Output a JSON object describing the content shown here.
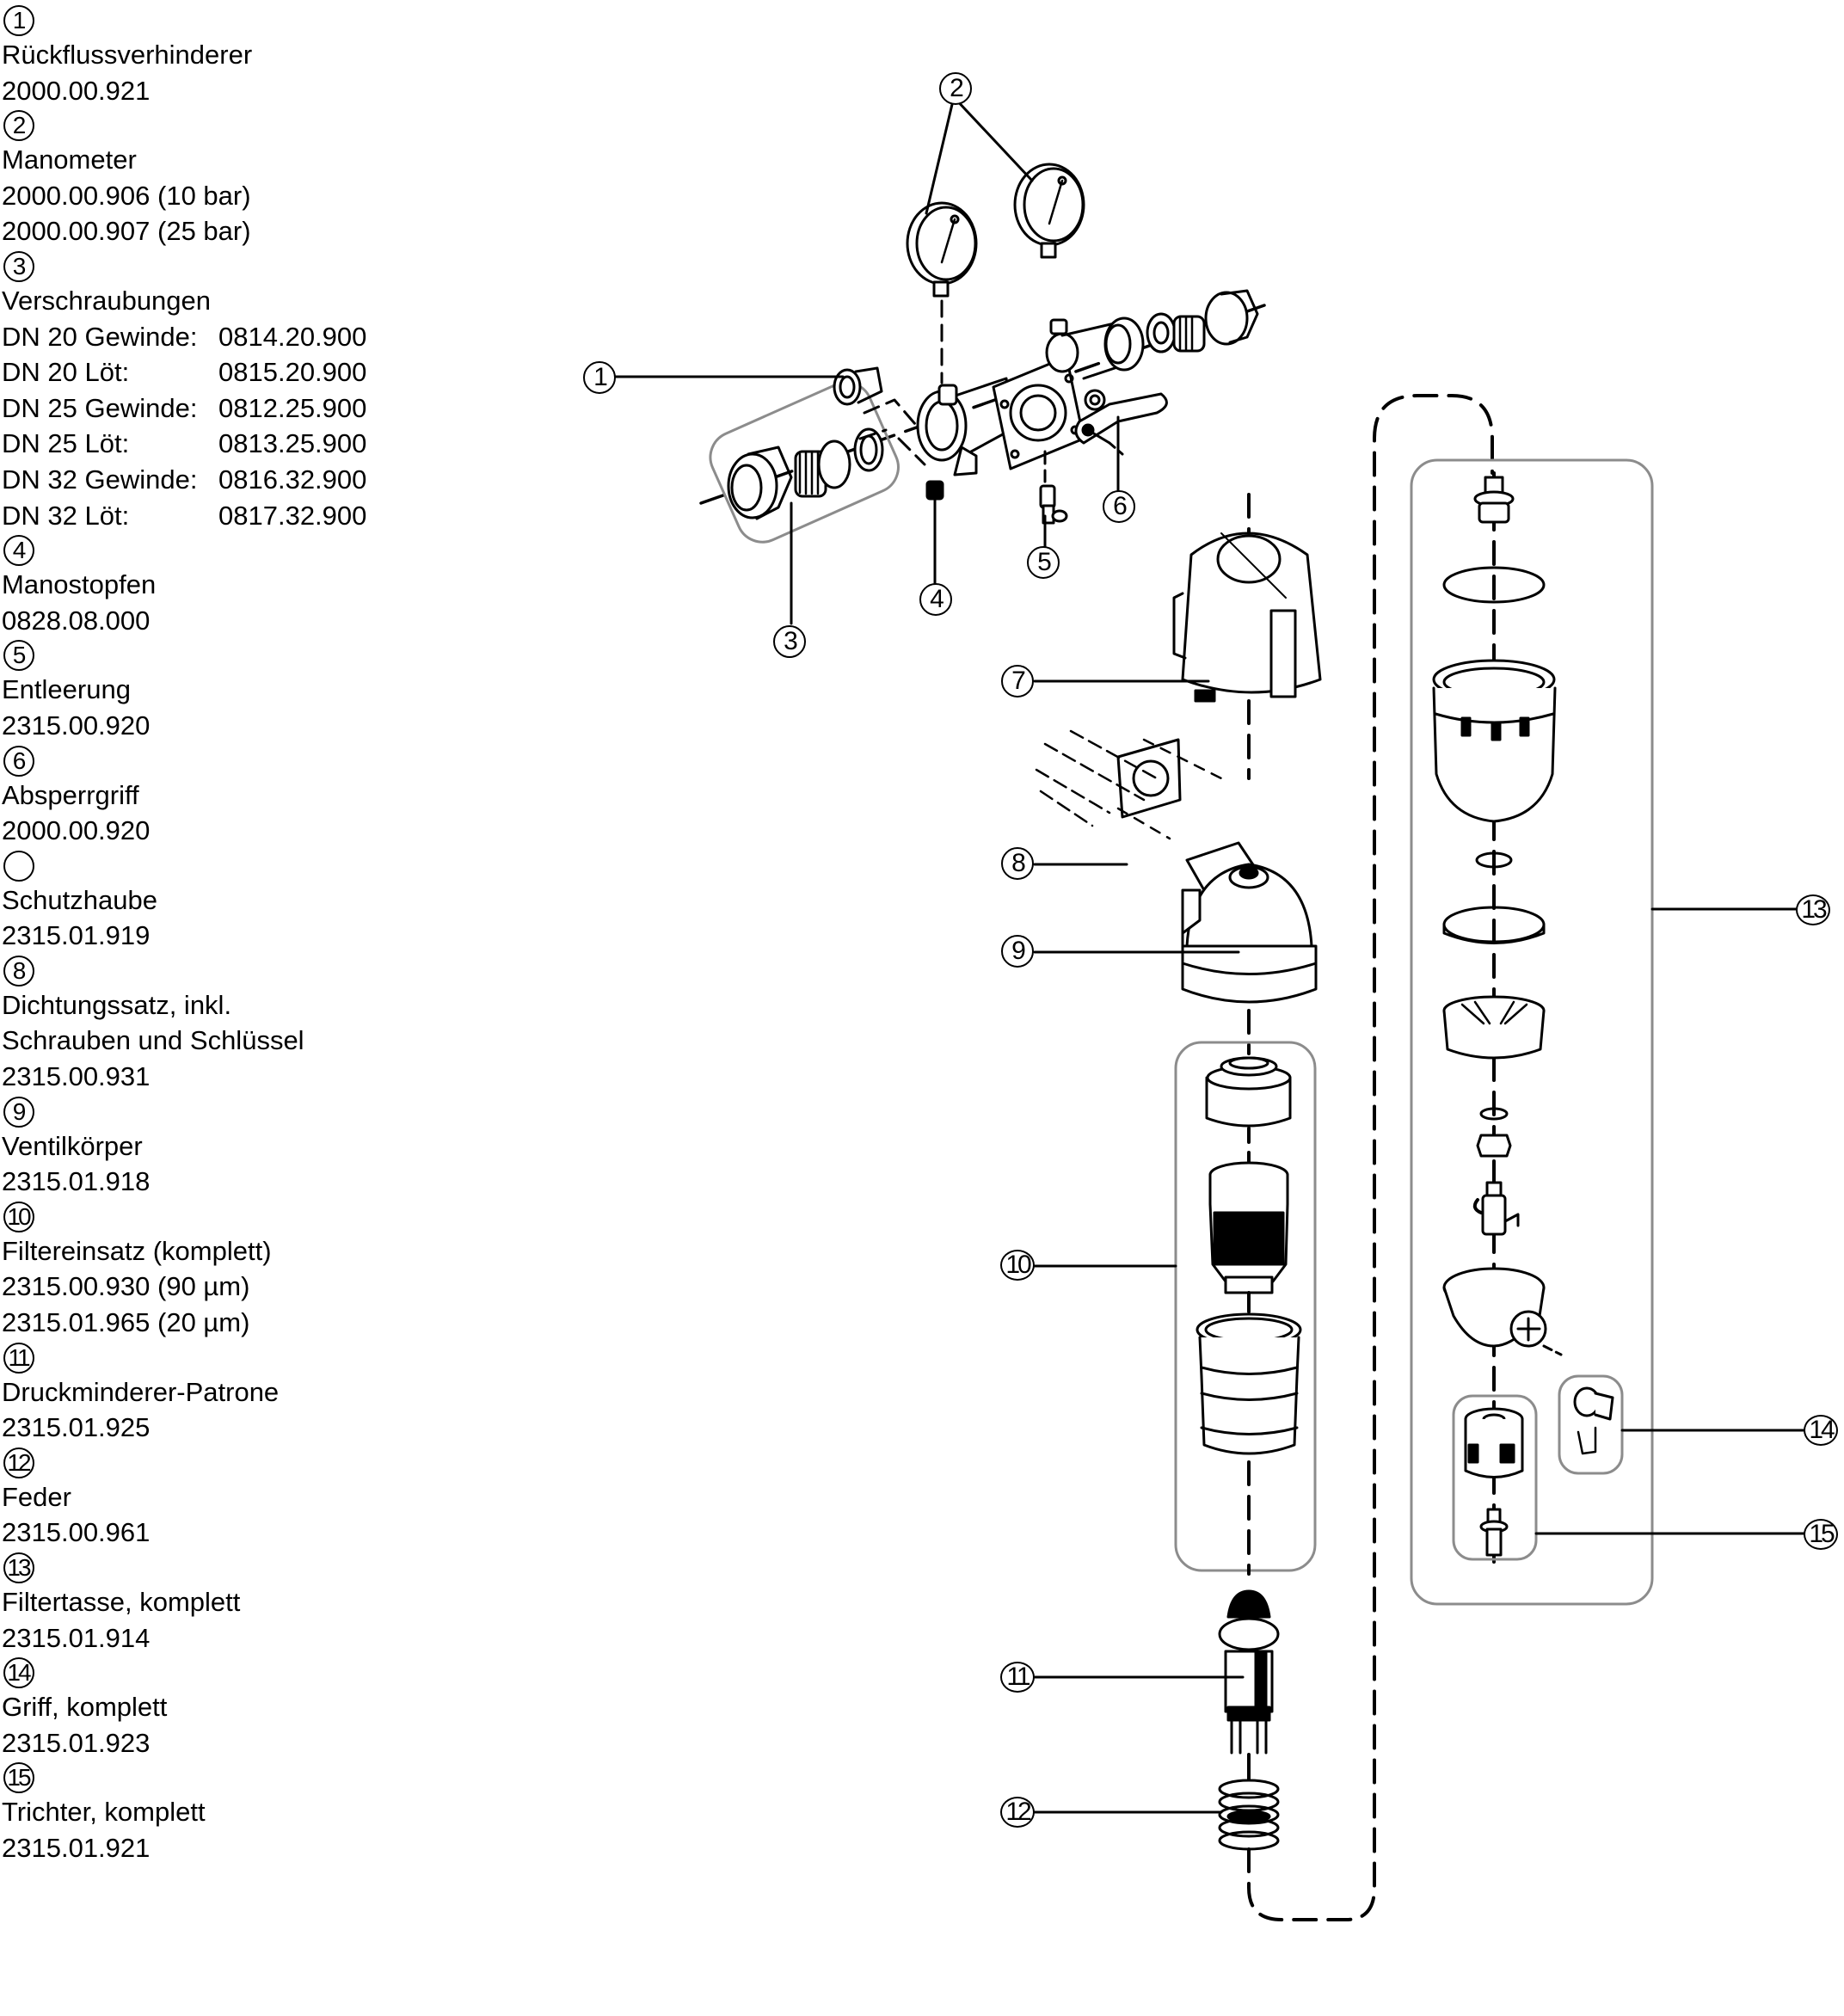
{
  "legend": [
    {
      "number": "1",
      "name": "Rückflussverhinderer",
      "codes": [
        "2000.00.921"
      ]
    },
    {
      "number": "2",
      "name": "Manometer",
      "codes": [
        "2000.00.906 (10 bar)",
        "2000.00.907 (25 bar)"
      ]
    },
    {
      "number": "3",
      "name": "Verschraubungen",
      "variants": [
        {
          "label": "DN 20 Gewinde:",
          "code": "0814.20.900"
        },
        {
          "label": "DN 20 Löt:",
          "code": "0815.20.900"
        },
        {
          "label": "DN 25 Gewinde:",
          "code": "0812.25.900"
        },
        {
          "label": "DN 25 Löt:",
          "code": "0813.25.900"
        },
        {
          "label": "DN 32 Gewinde:",
          "code": "0816.32.900"
        },
        {
          "label": "DN 32 Löt:",
          "code": "0817.32.900"
        }
      ]
    },
    {
      "number": "4",
      "name": "Manostopfen",
      "codes": [
        "0828.08.000"
      ]
    },
    {
      "number": "5",
      "name": "Entleerung",
      "codes": [
        "2315.00.920"
      ]
    },
    {
      "number": "6",
      "name": "Absperrgriff",
      "codes": [
        "2000.00.920"
      ]
    },
    {
      "number": "",
      "name": "Schutzhaube",
      "codes": [
        "2315.01.919"
      ]
    },
    {
      "number": "8",
      "name": "Dichtungssatz, inkl.",
      "name2": "Schrauben und Schlüssel",
      "codes": [
        "2315.00.931"
      ]
    },
    {
      "number": "9",
      "name": "Ventilkörper",
      "codes": [
        "2315.01.918"
      ]
    },
    {
      "number": "10",
      "name": "Filtereinsatz (komplett)",
      "codes": [
        "2315.00.930 (90 µm)",
        "2315.01.965 (20 µm)"
      ]
    },
    {
      "number": "11",
      "name": "Druckminderer-Patrone",
      "codes": [
        "2315.01.925"
      ]
    },
    {
      "number": "12",
      "name": "Feder",
      "codes": [
        "2315.00.961"
      ]
    },
    {
      "number": "13",
      "name": "Filtertasse, komplett",
      "codes": [
        "2315.01.914"
      ]
    },
    {
      "number": "14",
      "name": "Griff, komplett",
      "codes": [
        "2315.01.923"
      ]
    },
    {
      "number": "15",
      "name": "Trichter, komplett",
      "codes": [
        "2315.01.921"
      ]
    }
  ],
  "callouts": [
    "1",
    "2",
    "3",
    "4",
    "5",
    "6",
    "7",
    "8",
    "9",
    "10",
    "11",
    "12",
    "13",
    "14",
    "15"
  ],
  "colors": {
    "line": "#000000",
    "group_box": "#8c8c8c",
    "background": "#ffffff"
  }
}
